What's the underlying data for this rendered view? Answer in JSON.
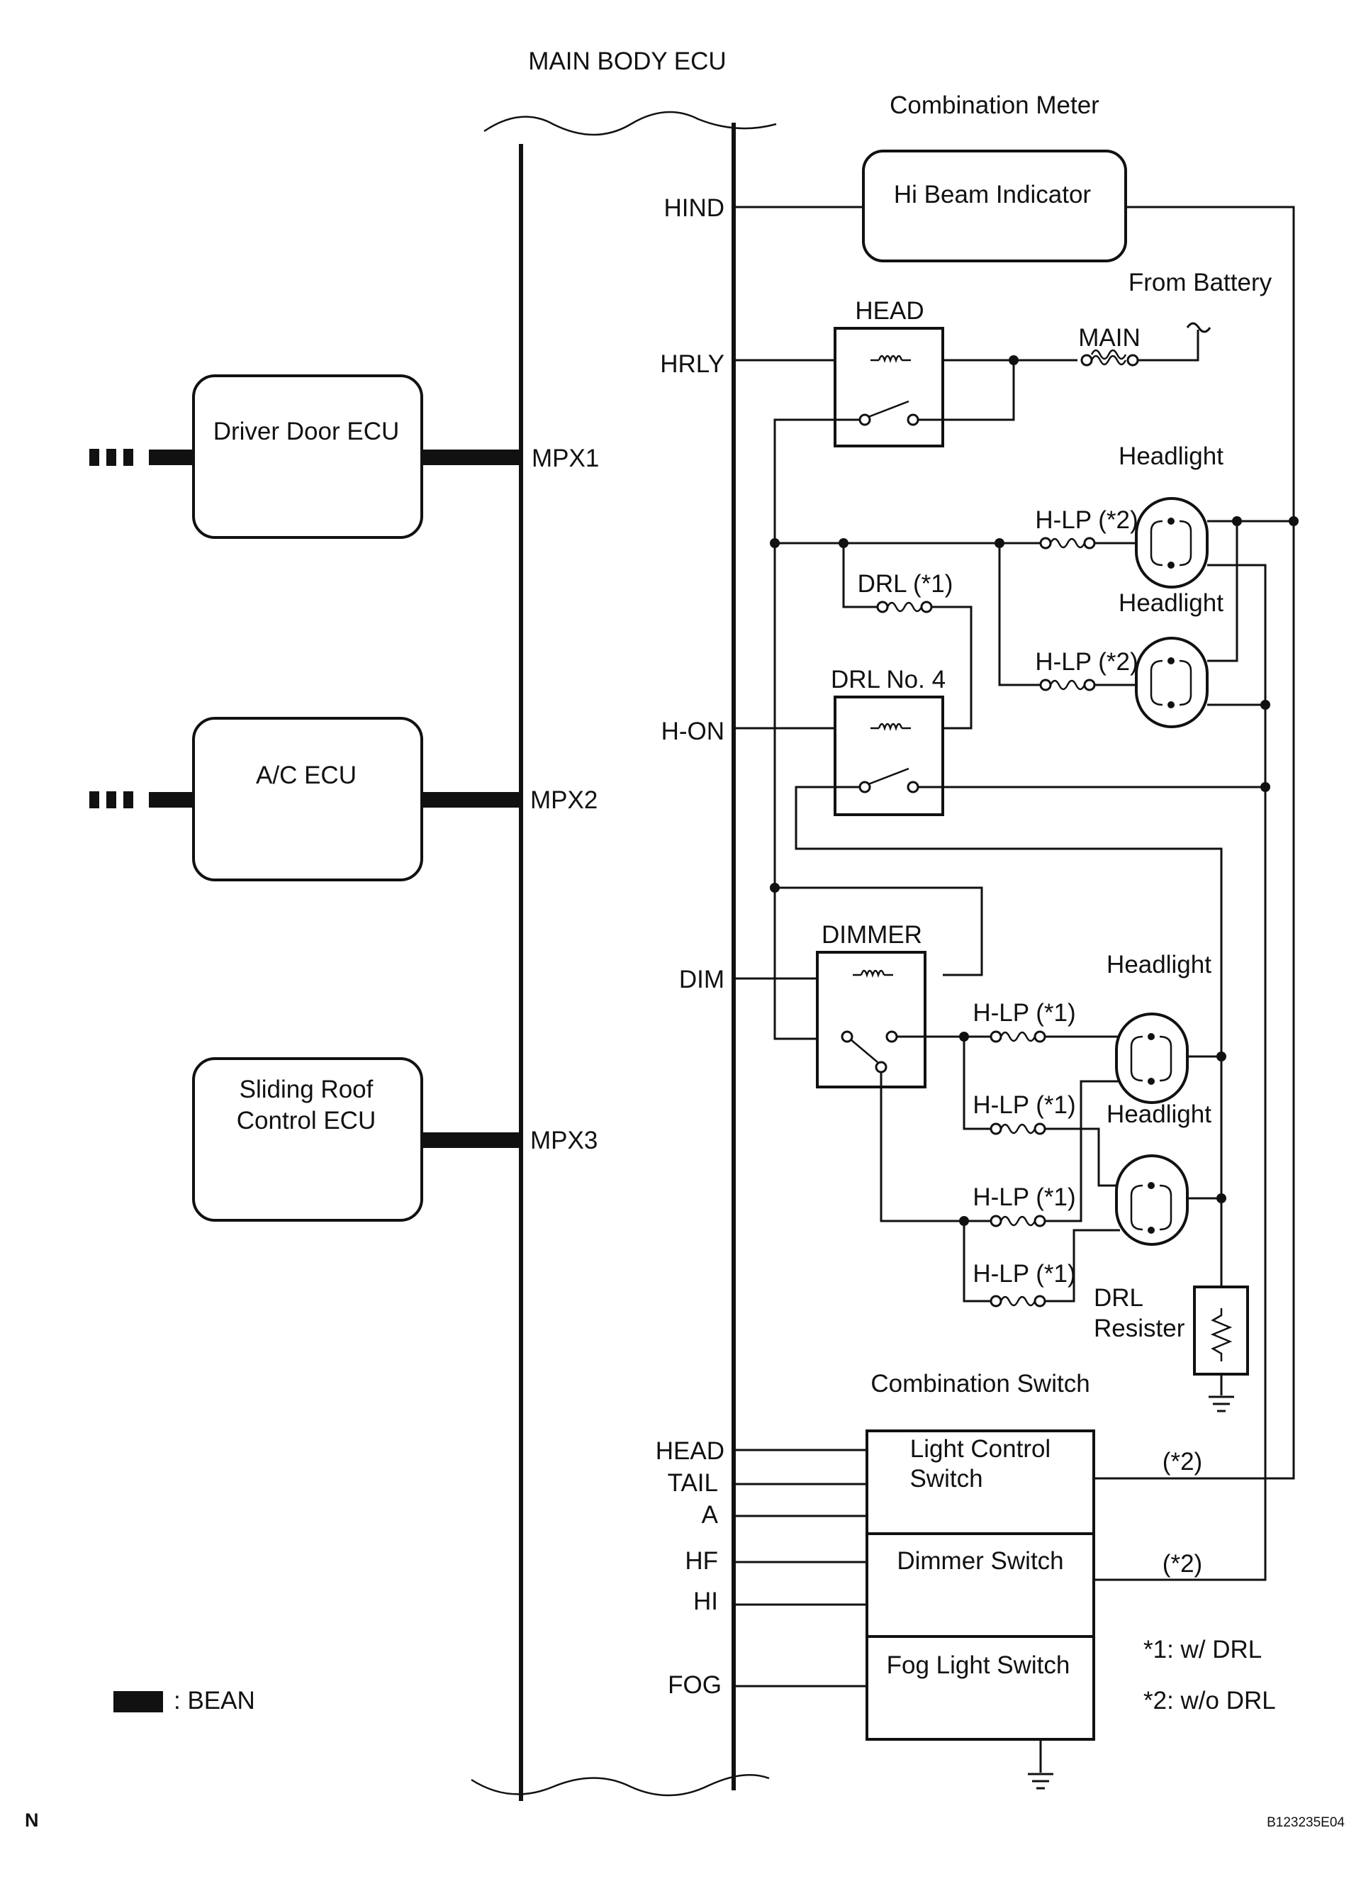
{
  "title": "MAIN BODY ECU",
  "ecu_terminals": {
    "hind": "HIND",
    "hrly": "HRLY",
    "hon": "H-ON",
    "dim": "DIM",
    "head": "HEAD",
    "tail": "TAIL",
    "a": "A",
    "hf": "HF",
    "hi": "HI",
    "fog": "FOG"
  },
  "ecus": [
    {
      "name": "Driver Door ECU",
      "port": "MPX1"
    },
    {
      "name": "A/C ECU",
      "port": "MPX2"
    },
    {
      "name": "Sliding Roof",
      "name2": "Control ECU",
      "port": "MPX3"
    }
  ],
  "combination_meter": {
    "label": "Combination Meter",
    "indicator": "Hi Beam Indicator"
  },
  "from_battery": "From Battery",
  "relays": {
    "head": "HEAD",
    "drl4": "DRL No. 4",
    "dimmer": "DIMMER"
  },
  "fuses": {
    "main": "MAIN",
    "hlp2_a": "H-LP (*2)",
    "hlp2_b": "H-LP (*2)",
    "drl1": "DRL (*1)",
    "hlp1_a": "H-LP (*1)",
    "hlp1_b": "H-LP (*1)",
    "hlp1_c": "H-LP (*1)",
    "hlp1_d": "H-LP (*1)"
  },
  "headlights": [
    "Headlight",
    "Headlight",
    "Headlight",
    "Headlight"
  ],
  "drl_resister": {
    "line1": "DRL",
    "line2": "Resister"
  },
  "combination_switch": {
    "label": "Combination Switch",
    "light_control": "Light Control",
    "light_control2": "Switch",
    "dimmer": "Dimmer Switch",
    "fog": "Fog Light Switch"
  },
  "wire_notes": {
    "n1": "(*2)",
    "n2": "(*2)"
  },
  "notes": {
    "n1": "*1: w/ DRL",
    "n2": "*2: w/o DRL"
  },
  "legend": {
    "label": ": BEAN"
  },
  "corner": {
    "left": "N",
    "right": "B123235E04"
  }
}
